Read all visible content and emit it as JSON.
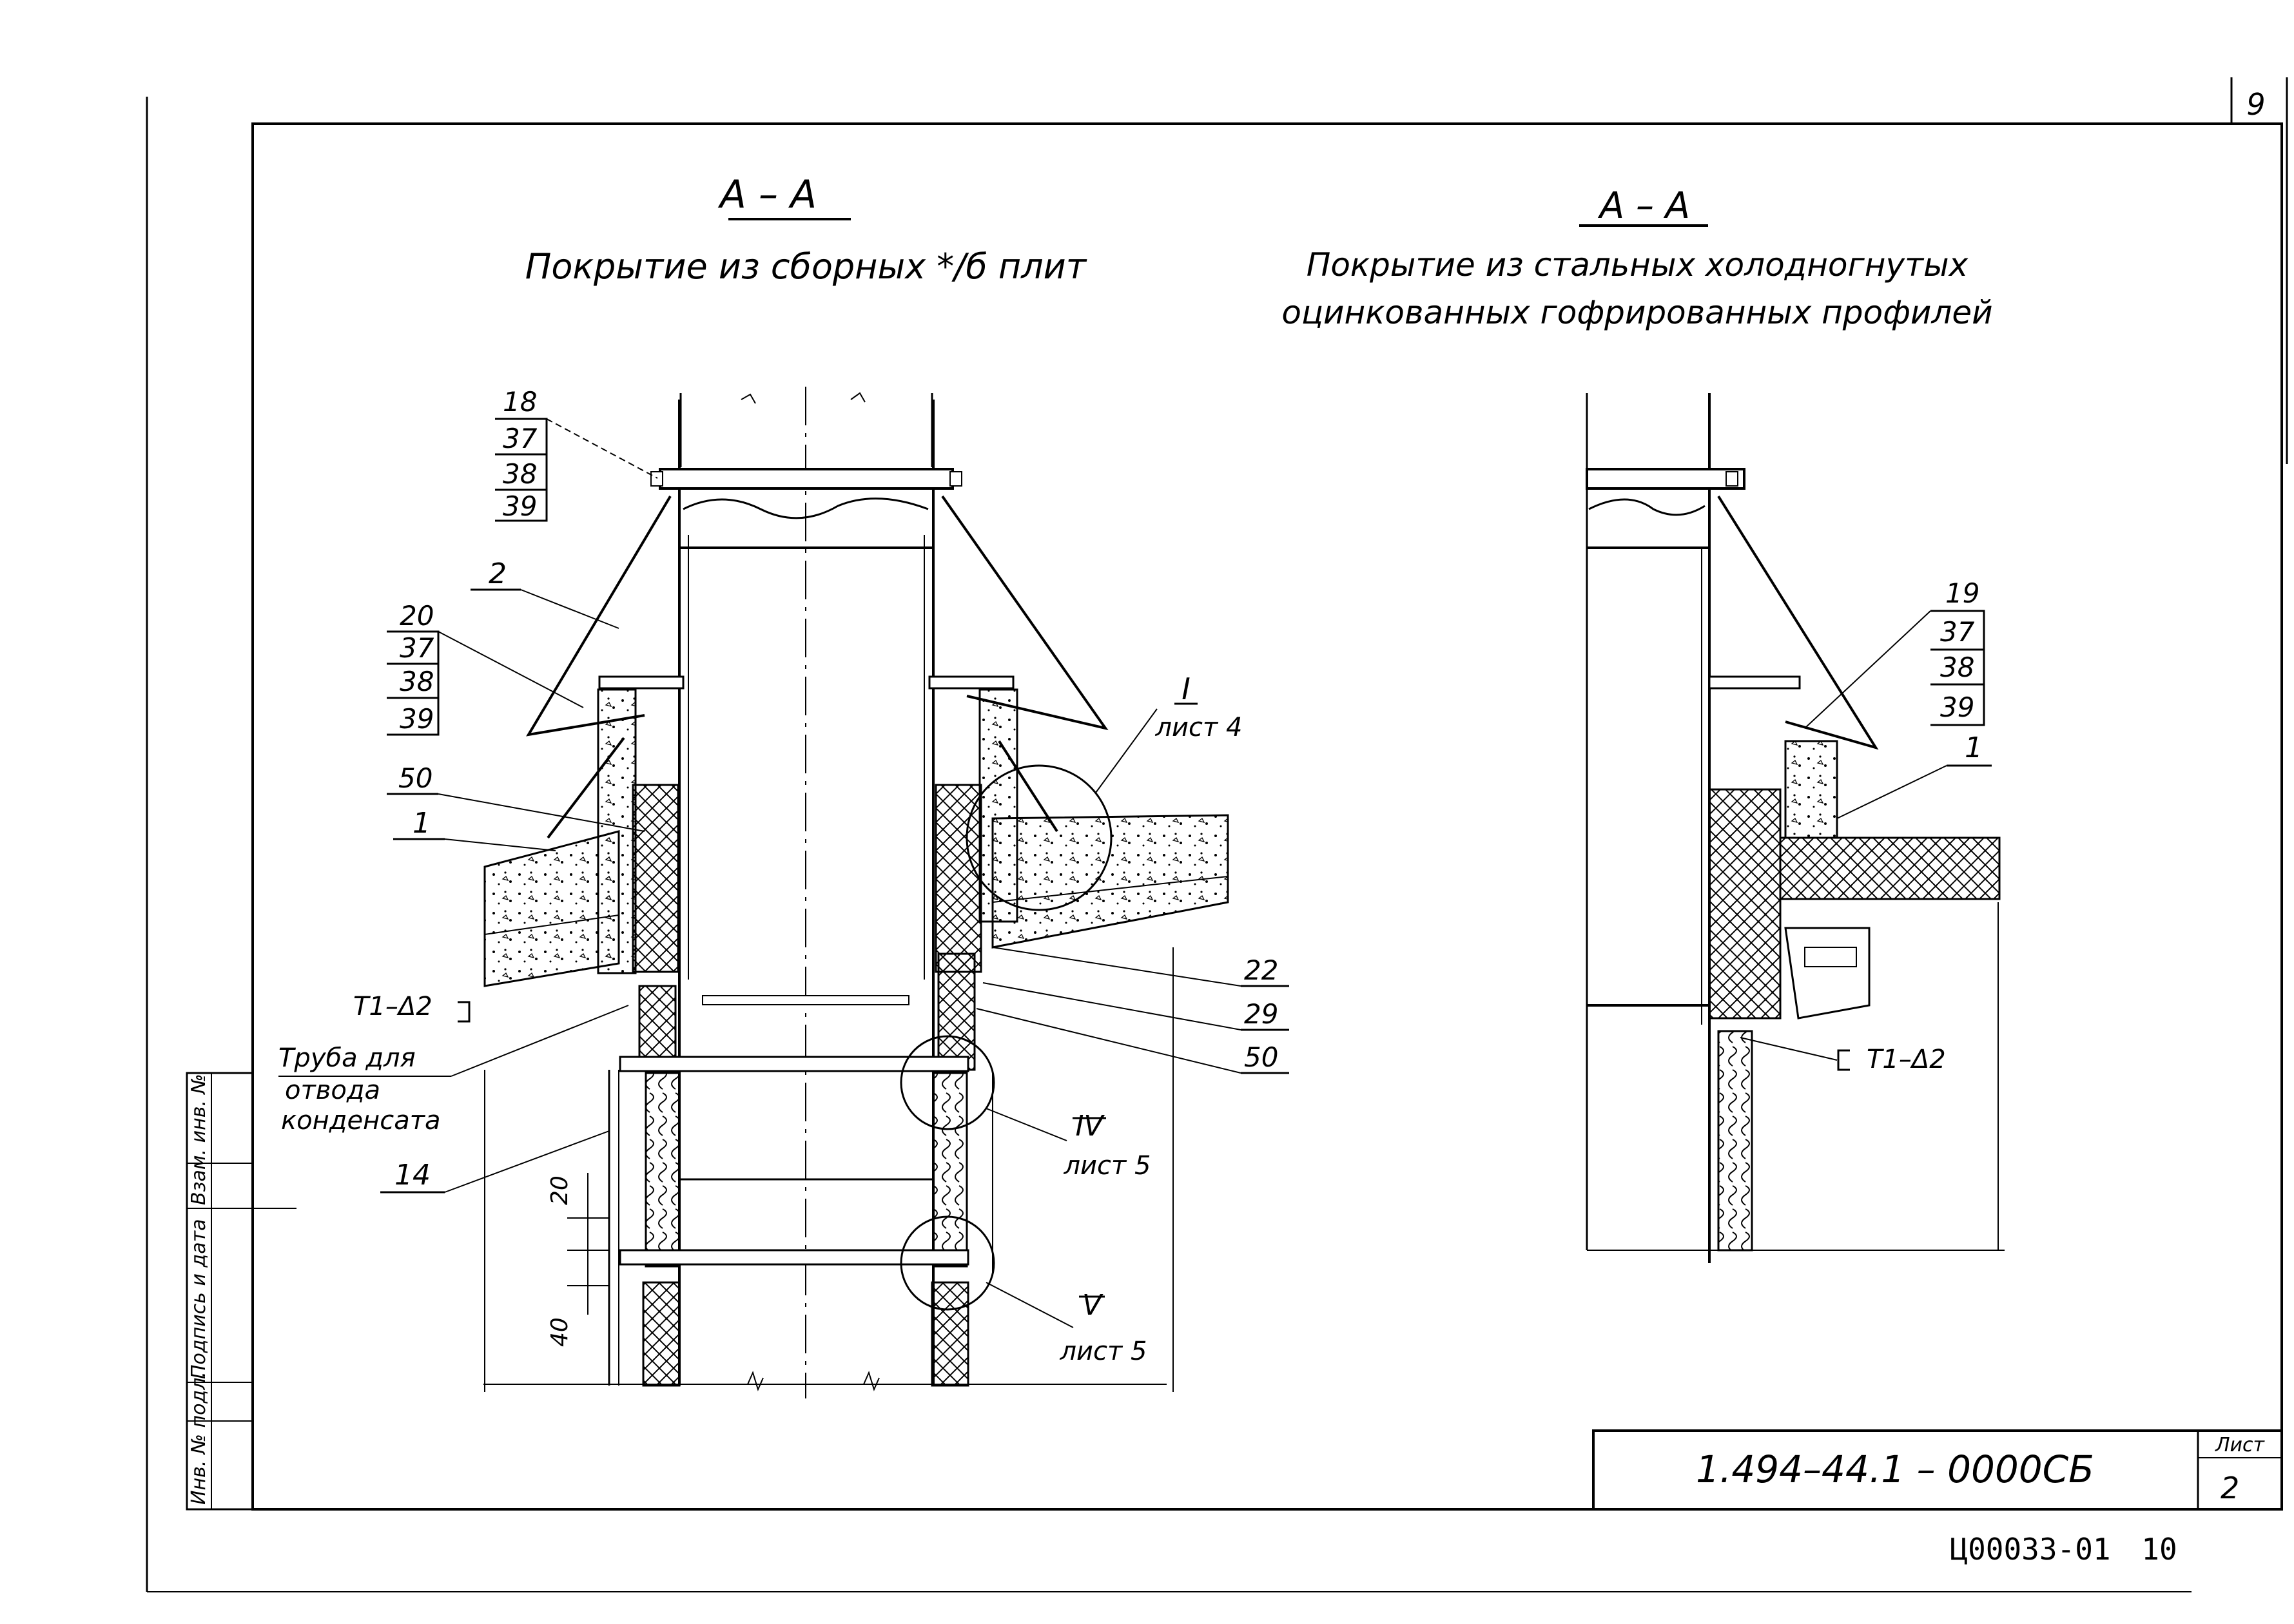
{
  "page_number": "9",
  "left_view": {
    "section_label": "А – А",
    "subtitle": "Покрытие из сборных */б плит",
    "callouts": {
      "c18": "18",
      "c37a": "37",
      "c38a": "38",
      "c39a": "39",
      "c2": "2",
      "c20": "20",
      "c37b": "37",
      "c38b": "38",
      "c39b": "39",
      "c50a": "50",
      "c1": "1",
      "t1": "Т1–Δ2",
      "drain_line1": "Труба для",
      "drain_line2": "отвода",
      "drain_line3": "конденсата",
      "c14": "14",
      "c22": "22",
      "c29": "29",
      "c50b": "50"
    },
    "details": [
      {
        "mark": "I",
        "sheet": "лист 4"
      },
      {
        "mark": "IV",
        "sheet": "лист 5"
      },
      {
        "mark": "V",
        "sheet": "лист 5"
      }
    ],
    "dims": {
      "d20": "20",
      "d40": "40"
    }
  },
  "right_view": {
    "section_label": "А – А",
    "subtitle_line1": "Покрытие из стальных холодногнутых",
    "subtitle_line2": "оцинкованных гофрированных профилей",
    "callouts": {
      "c19": "19",
      "c37": "37",
      "c38": "38",
      "c39": "39",
      "c1": "1",
      "t1": "Т1–Δ2"
    }
  },
  "side_stamp": {
    "col1": "Инв. № подл.",
    "col2": "Подпись и дата",
    "col3": "Взам. инв. №"
  },
  "title_block": {
    "designation": "1.494–44.1 – 0000СБ",
    "sheet_label": "Лист",
    "sheet_number": "2"
  },
  "archive_code": "Ц00033-01",
  "archive_page": "10"
}
